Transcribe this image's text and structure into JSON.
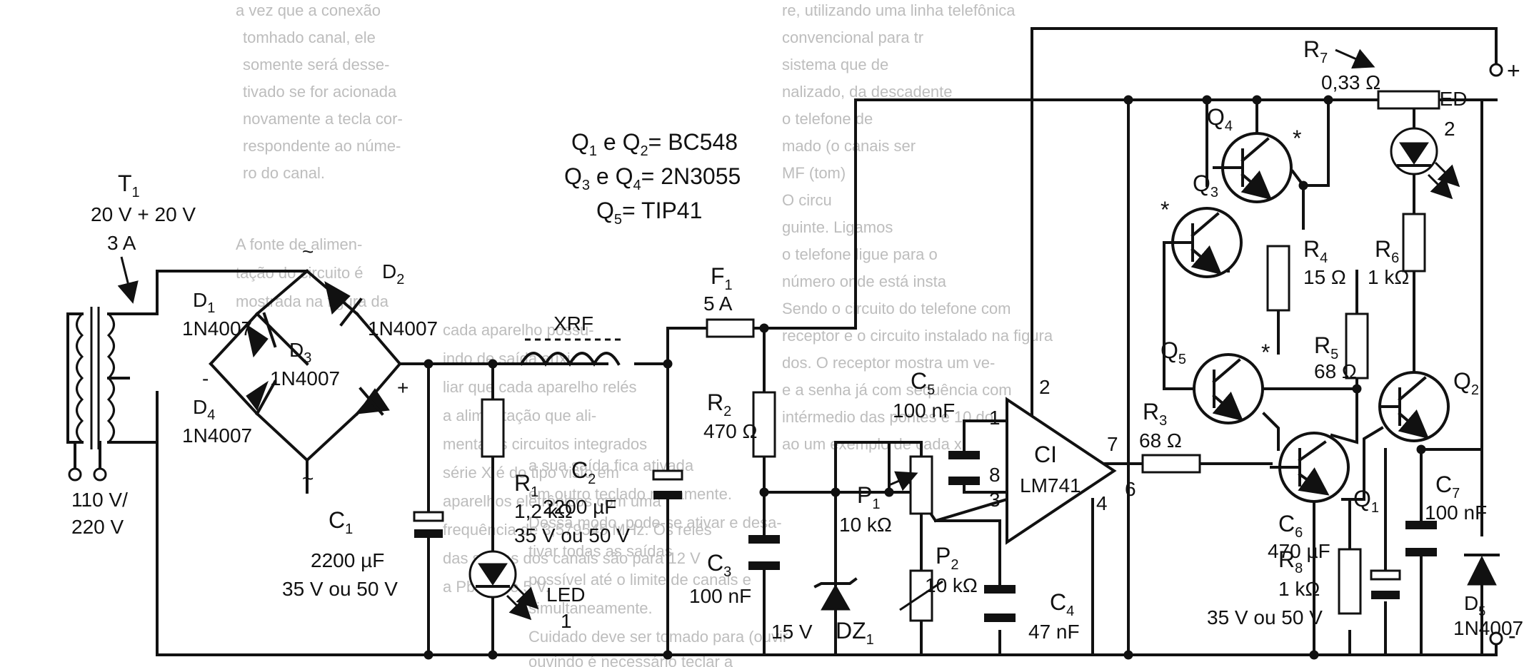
{
  "background_text": [
    "re, utilizando uma linha telefônica",
    "convencional para tr",
    "sistema que de",
    "nalizado, da descadente",
    "o telefone de",
    "mado (o canais ser",
    "MF (tom)",
    "O circu",
    "guinte. Ligamos",
    "o telefone ligue para o",
    "número onde está insta",
    "Sendo o circuito do telefone com",
    "receptor e o circuito instalado na figura",
    "dos. O receptor mostra um ve-",
    "e a senha já com sequência com",
    "intérmedio das pontes e 10 do",
    "ao um exemplo de cada x",
    "a sua saída fica ativada",
    "em outro teclado novamente.",
    "Dessa modo, pode-se ativar e desa-",
    "tivar todas as saídas",
    "possível até o limite de canais e",
    "simultaneamente.",
    "Cuidado deve ser tomado para (ouvir",
    "ouvindo é necessário teclar a",
    "a vez que a conexão",
    "tomhado canal, ele",
    "somente será desse-",
    "tivado se for acionada",
    "novamente a tecla cor-",
    "respondente ao núme-",
    "ro do canal.",
    "A fonte de alimen-",
    "tação do circuito é",
    "mostrada na figura da",
    "cada aparelho possu-",
    "indo de saída auxi-",
    "liar que cada aparelho relés",
    "a alimentação que ali-",
    "menta os circuitos integrados",
    "série X é do tipo visto em",
    "aparelhos eletrônicos com uma",
    "frequência de 3,579545 MHz. Os relés",
    "das saídas dos canais são para 12 V",
    "a Pbt. e de 5 V."
  ],
  "components": {
    "transformer": {
      "name": "T",
      "sub": "1",
      "rating": "20 V + 20 V",
      "current": "3 A"
    },
    "mains": {
      "voltage1": "110 V/",
      "voltage2": "220 V"
    },
    "d1": {
      "name": "D",
      "sub": "1",
      "part": "1N4007"
    },
    "d2": {
      "name": "D",
      "sub": "2",
      "part": "1N4007"
    },
    "d3": {
      "name": "D",
      "sub": "3",
      "part": "1N4007"
    },
    "d4": {
      "name": "D",
      "sub": "4",
      "part": "1N4007"
    },
    "c1": {
      "name": "C",
      "sub": "1",
      "value": "2200 µF",
      "voltage": "35 V ou 50 V"
    },
    "r1": {
      "name": "R",
      "sub": "1",
      "value": "1,2 kΩ"
    },
    "led1": {
      "name": "LED",
      "num": "1"
    },
    "xrf": {
      "name": "XRF"
    },
    "c2": {
      "name": "C",
      "sub": "2",
      "value": "2200 µF",
      "voltage": "35 V ou 50 V"
    },
    "f1": {
      "name": "F",
      "sub": "1",
      "value": "5 A"
    },
    "r2": {
      "name": "R",
      "sub": "2",
      "value": "470 Ω"
    },
    "c3": {
      "name": "C",
      "sub": "3",
      "value": "100 nF"
    },
    "c5": {
      "name": "C",
      "sub": "5",
      "value": "100 nF"
    },
    "p1": {
      "name": "P",
      "sub": "1",
      "value": "10 kΩ"
    },
    "p2": {
      "name": "P",
      "sub": "2",
      "value": "10 kΩ"
    },
    "dz1": {
      "name": "DZ",
      "sub": "1",
      "value": "15 V"
    },
    "c4": {
      "name": "C",
      "sub": "4",
      "value": "47 nF"
    },
    "ci": {
      "name": "CI",
      "part": "LM741",
      "pins": [
        "1",
        "2",
        "3",
        "4",
        "6",
        "7",
        "8"
      ]
    },
    "r3": {
      "name": "R",
      "sub": "3",
      "value": "68 Ω"
    },
    "r4": {
      "name": "R",
      "sub": "4",
      "value": "15 Ω"
    },
    "r5": {
      "name": "R",
      "sub": "5",
      "value": "68 Ω"
    },
    "r6": {
      "name": "R",
      "sub": "6",
      "value": "1 kΩ"
    },
    "r7": {
      "name": "R",
      "sub": "7",
      "value": "0,33 Ω"
    },
    "r8": {
      "name": "R",
      "sub": "8",
      "value": "1 kΩ"
    },
    "c6": {
      "name": "C",
      "sub": "6",
      "value": "470 µF",
      "voltage": "35 V ou 50 V"
    },
    "c7": {
      "name": "C",
      "sub": "7",
      "value": "100 nF"
    },
    "d5": {
      "name": "D",
      "sub": "5",
      "part": "1N4007"
    },
    "led2": {
      "name": "LED",
      "num": "2"
    },
    "q1": {
      "name": "Q",
      "sub": "1"
    },
    "q2": {
      "name": "Q",
      "sub": "2"
    },
    "q3": {
      "name": "Q",
      "sub": "3"
    },
    "q4": {
      "name": "Q",
      "sub": "4"
    },
    "q5": {
      "name": "Q",
      "sub": "5"
    }
  },
  "transistor_list": [
    {
      "a": "Q",
      "asub": "1",
      "mid": " e Q",
      "bsub": "2",
      "part": "= BC548"
    },
    {
      "a": "Q",
      "asub": "3",
      "mid": " e Q",
      "bsub": "4",
      "part": "= 2N3055"
    },
    {
      "a": "Q",
      "asub": "5",
      "mid": "",
      "bsub": "",
      "part": "= TIP41"
    }
  ],
  "symbols": {
    "tilde": "~",
    "plus": "+",
    "minus": "-",
    "star": "*",
    "out_plus": "+",
    "out_minus": "-"
  }
}
